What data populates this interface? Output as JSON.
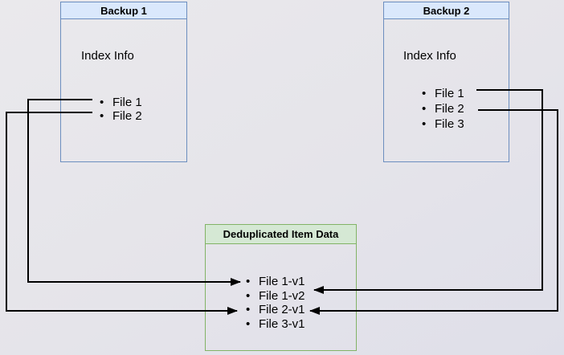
{
  "canvas": {
    "background_top": "#eae9ec",
    "background_bottom": "#dfdfe9"
  },
  "backup1": {
    "title": "Backup 1",
    "subtitle": "Index Info",
    "items": [
      "File 1",
      "File 2"
    ],
    "header_fill": "#dae8fc",
    "border_color": "#6c8ebf"
  },
  "backup2": {
    "title": "Backup 2",
    "subtitle": "Index Info",
    "items": [
      "File 1",
      "File 2",
      "File 3"
    ],
    "header_fill": "#dae8fc",
    "border_color": "#6c8ebf"
  },
  "dedup": {
    "title": "Deduplicated Item Data",
    "items": [
      "File 1-v1",
      "File 1-v2",
      "File 2-v1",
      "File 3-v1"
    ],
    "header_fill": "#d5e8d4",
    "border_color": "#82b366"
  },
  "arrows": {
    "color": "#000000",
    "connections": [
      {
        "from": "Backup 1 / File 1",
        "to": "Deduplicated Item Data / File 1-v1"
      },
      {
        "from": "Backup 1 / File 2",
        "to": "Deduplicated Item Data / File 2-v1"
      },
      {
        "from": "Backup 2 / File 1",
        "to": "Deduplicated Item Data / File 1-v2"
      },
      {
        "from": "Backup 2 / File 2",
        "to": "Deduplicated Item Data / File 2-v1"
      }
    ]
  }
}
